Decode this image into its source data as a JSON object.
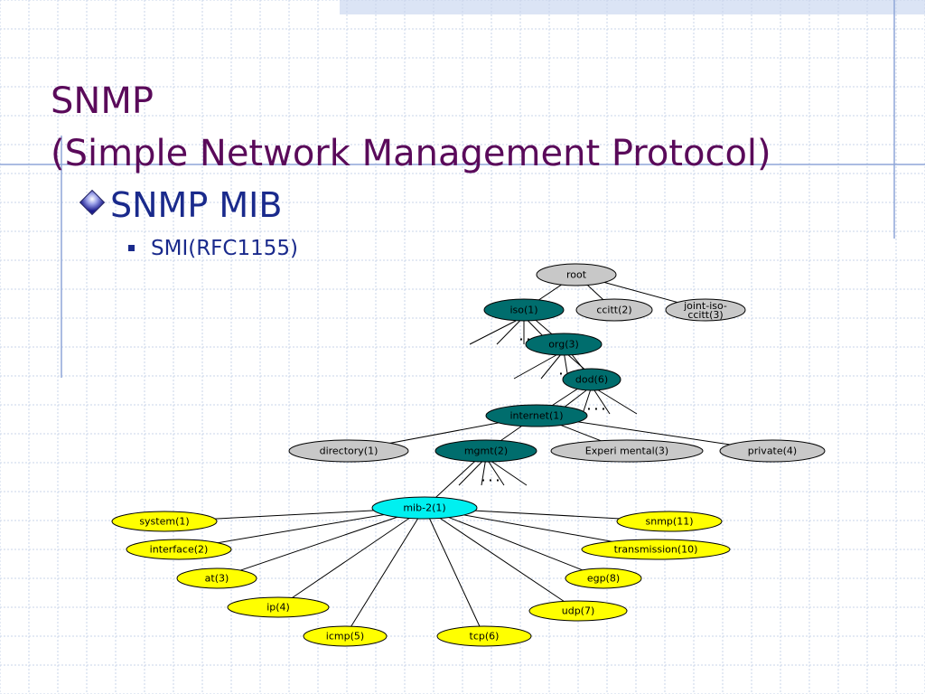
{
  "slide": {
    "title_line1": "SNMP",
    "title_line2": "(Simple Network Management Protocol)",
    "bullet1": "SNMP MIB",
    "bullet2": "SMI(RFC1155)"
  },
  "colors": {
    "title": "#5a0a5a",
    "bullet": "#1a2a8c",
    "grid_line": "#c9d4ea",
    "gray_node": "#c8c8c8",
    "teal_node": "#006d6d",
    "cyan_node": "#00f0f0",
    "yellow_node": "#ffff00"
  },
  "tree": {
    "nodes": [
      {
        "id": "root",
        "label": "root",
        "style": "gray"
      },
      {
        "id": "iso",
        "label": "iso(1)",
        "style": "teal"
      },
      {
        "id": "ccitt",
        "label": "ccitt(2)",
        "style": "gray"
      },
      {
        "id": "joint",
        "label": "joint-iso-ccitt(3)",
        "style": "gray"
      },
      {
        "id": "org",
        "label": "org(3)",
        "style": "teal"
      },
      {
        "id": "dod",
        "label": "dod(6)",
        "style": "teal"
      },
      {
        "id": "internet",
        "label": "internet(1)",
        "style": "teal"
      },
      {
        "id": "directory",
        "label": "directory(1)",
        "style": "gray"
      },
      {
        "id": "mgmt",
        "label": "mgmt(2)",
        "style": "teal"
      },
      {
        "id": "experimental",
        "label": "Experi mental(3)",
        "style": "gray"
      },
      {
        "id": "private",
        "label": "private(4)",
        "style": "gray"
      },
      {
        "id": "mib2",
        "label": "mib-2(1)",
        "style": "cyan"
      },
      {
        "id": "system",
        "label": "system(1)",
        "style": "yellow"
      },
      {
        "id": "interface",
        "label": "interface(2)",
        "style": "yellow"
      },
      {
        "id": "at",
        "label": "at(3)",
        "style": "yellow"
      },
      {
        "id": "ip",
        "label": "ip(4)",
        "style": "yellow"
      },
      {
        "id": "icmp",
        "label": "icmp(5)",
        "style": "yellow"
      },
      {
        "id": "tcp",
        "label": "tcp(6)",
        "style": "yellow"
      },
      {
        "id": "udp",
        "label": "udp(7)",
        "style": "yellow"
      },
      {
        "id": "egp",
        "label": "egp(8)",
        "style": "yellow"
      },
      {
        "id": "transmission",
        "label": "transmission(10)",
        "style": "yellow"
      },
      {
        "id": "snmp",
        "label": "snmp(11)",
        "style": "yellow"
      }
    ],
    "edges": [
      [
        "root",
        "iso"
      ],
      [
        "root",
        "ccitt"
      ],
      [
        "root",
        "joint"
      ],
      [
        "iso",
        "org"
      ],
      [
        "org",
        "dod"
      ],
      [
        "dod",
        "internet"
      ],
      [
        "internet",
        "directory"
      ],
      [
        "internet",
        "mgmt"
      ],
      [
        "internet",
        "experimental"
      ],
      [
        "internet",
        "private"
      ],
      [
        "mgmt",
        "mib2"
      ],
      [
        "mib2",
        "system"
      ],
      [
        "mib2",
        "interface"
      ],
      [
        "mib2",
        "at"
      ],
      [
        "mib2",
        "ip"
      ],
      [
        "mib2",
        "icmp"
      ],
      [
        "mib2",
        "tcp"
      ],
      [
        "mib2",
        "udp"
      ],
      [
        "mib2",
        "egp"
      ],
      [
        "mib2",
        "transmission"
      ],
      [
        "mib2",
        "snmp"
      ]
    ],
    "ellipsis": ". . ."
  }
}
